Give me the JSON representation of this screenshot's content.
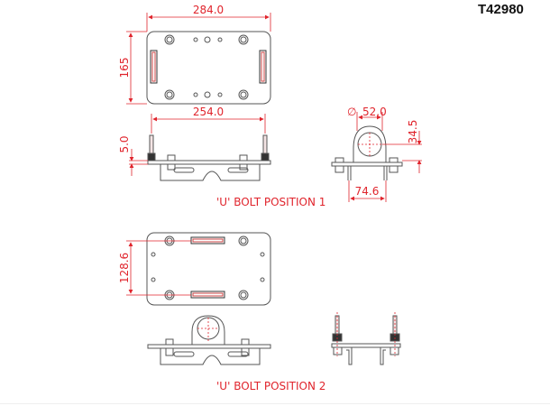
{
  "part_number": "T42980",
  "colors": {
    "dimension": "#e0242c",
    "outline": "#555555",
    "background": "#ffffff"
  },
  "views": {
    "position1": {
      "caption": "'U' BOLT POSITION 1",
      "top_view": {
        "width_label": "284.0",
        "height_label": "165"
      },
      "front_view": {
        "bolt_spacing_label": "254.0",
        "thickness_label": "5.0"
      },
      "side_view": {
        "diameter_label": "52.0",
        "diameter_symbol": "∅",
        "height_label": "34.5",
        "base_width_label": "74.6"
      }
    },
    "position2": {
      "caption": "'U' BOLT POSITION 2",
      "top_view": {
        "height_label": "128.6"
      }
    }
  }
}
